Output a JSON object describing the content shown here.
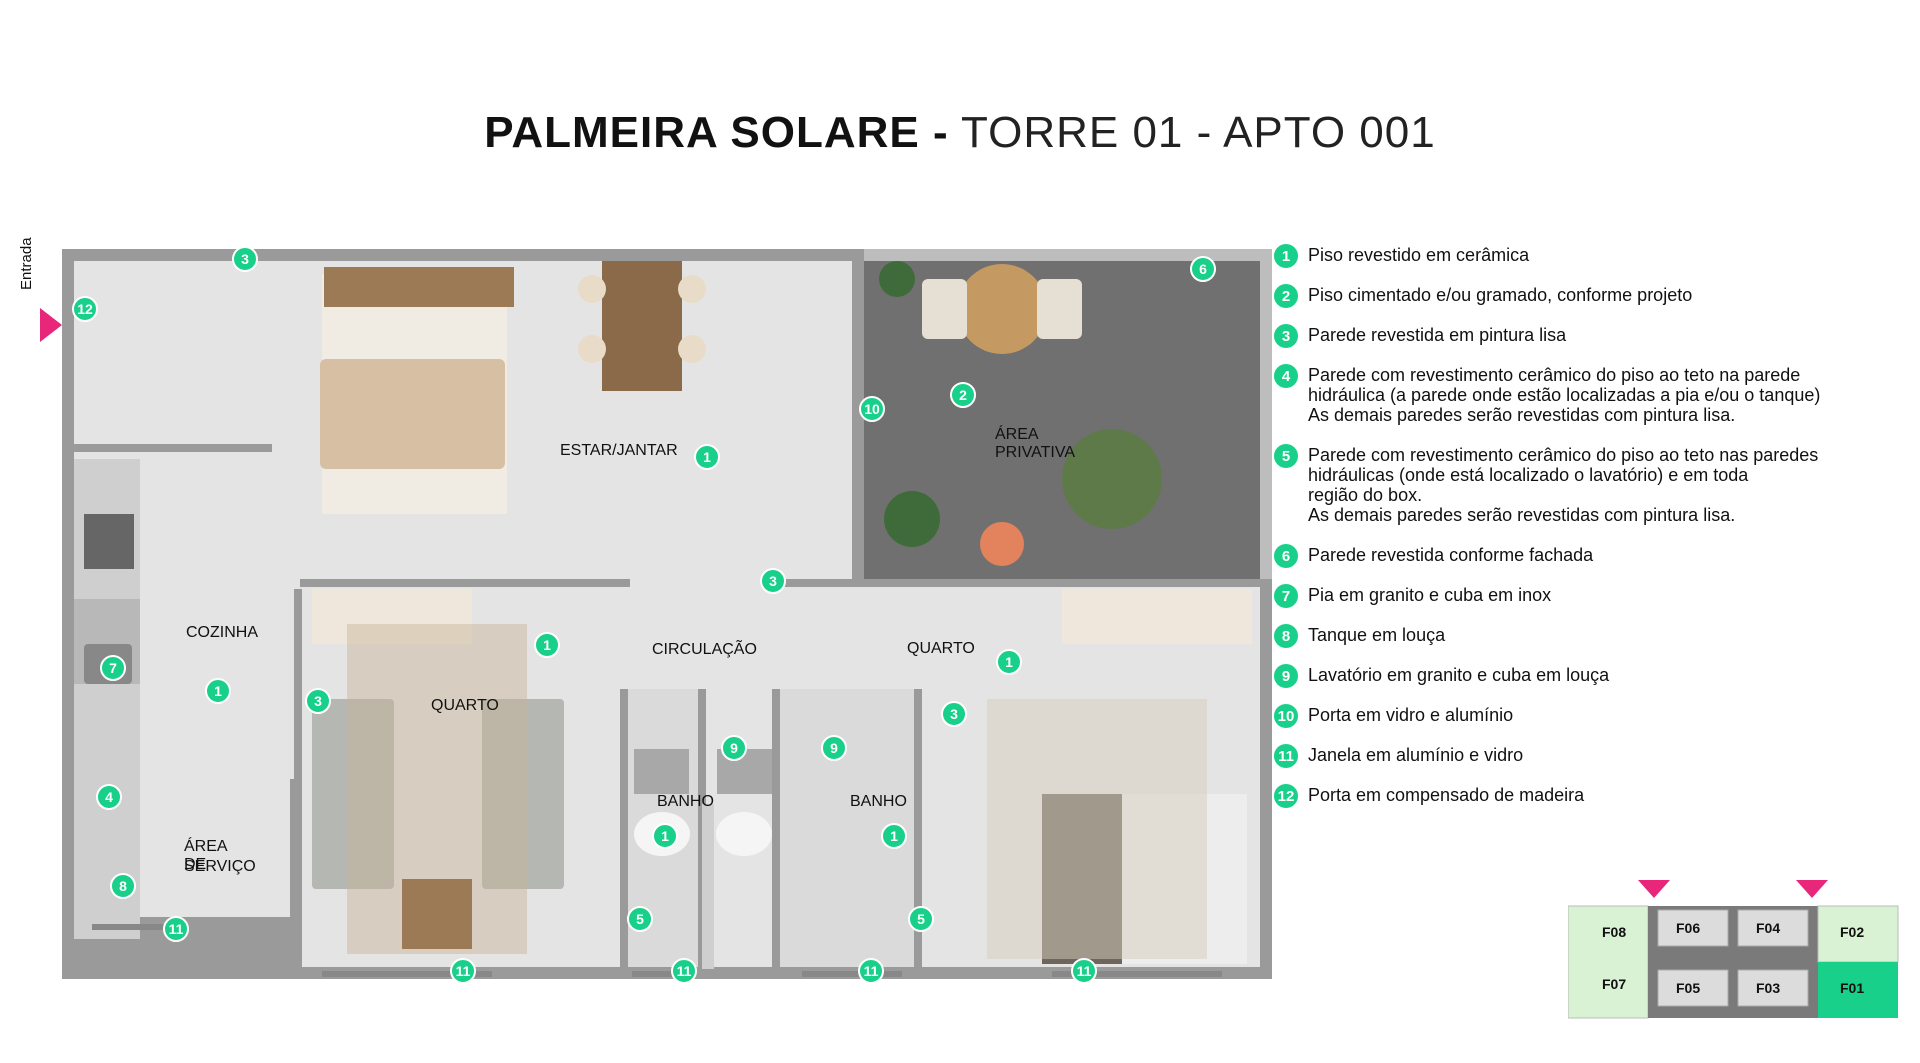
{
  "title": {
    "bold": "PALMEIRA SOLARE -",
    "rest": "TORRE  01 - APTO 001"
  },
  "entrada": "Entrada",
  "rooms": {
    "estar": "ESTAR/JANTAR",
    "area_privativa": "ÁREA PRIVATIVA",
    "cozinha": "COZINHA",
    "area_servico_1": "ÁREA DE",
    "area_servico_2": "SERVIÇO",
    "circulacao": "CIRCULAÇÃO",
    "quarto_1": "QUARTO",
    "quarto_2": "QUARTO",
    "banho_1": "BANHO",
    "banho_2": "BANHO"
  },
  "legend": [
    {
      "n": "1",
      "lines": [
        "Piso revestido em cerâmica"
      ]
    },
    {
      "n": "2",
      "lines": [
        "Piso cimentado e/ou gramado, conforme projeto"
      ]
    },
    {
      "n": "3",
      "lines": [
        "Parede revestida em pintura lisa"
      ]
    },
    {
      "n": "4",
      "lines": [
        "Parede com revestimento cerâmico do piso ao teto na parede",
        "hidráulica (a parede onde estão localizadas a pia e/ou o tanque)",
        "As demais paredes serão revestidas com pintura lisa."
      ]
    },
    {
      "n": "5",
      "lines": [
        "Parede com revestimento cerâmico do piso ao teto nas paredes",
        "hidráulicas (onde está localizado o lavatório) e em toda",
        "região do box.",
        "As demais paredes serão revestidas com pintura lisa."
      ]
    },
    {
      "n": "6",
      "lines": [
        "Parede revestida conforme fachada"
      ]
    },
    {
      "n": "7",
      "lines": [
        "Pia em granito e cuba em inox"
      ]
    },
    {
      "n": "8",
      "lines": [
        "Tanque em louça"
      ]
    },
    {
      "n": "9",
      "lines": [
        "Lavatório em granito e cuba em louça"
      ]
    },
    {
      "n": "10",
      "lines": [
        "Porta em vidro e alumínio"
      ]
    },
    {
      "n": "11",
      "lines": [
        "Janela em alumínio e vidro"
      ]
    },
    {
      "n": "12",
      "lines": [
        "Porta em compensado de madeira"
      ]
    }
  ],
  "keymap": {
    "F08": "F08",
    "F07": "F07",
    "F06": "F06",
    "F05": "F05",
    "F04": "F04",
    "F03": "F03",
    "F02": "F02",
    "F01": "F01"
  },
  "colors": {
    "accent": "#19d08a",
    "pink": "#e8267a",
    "wall": "#9a9a9a",
    "floor": "#e3e3e3",
    "garden": "#6f6f6f"
  }
}
